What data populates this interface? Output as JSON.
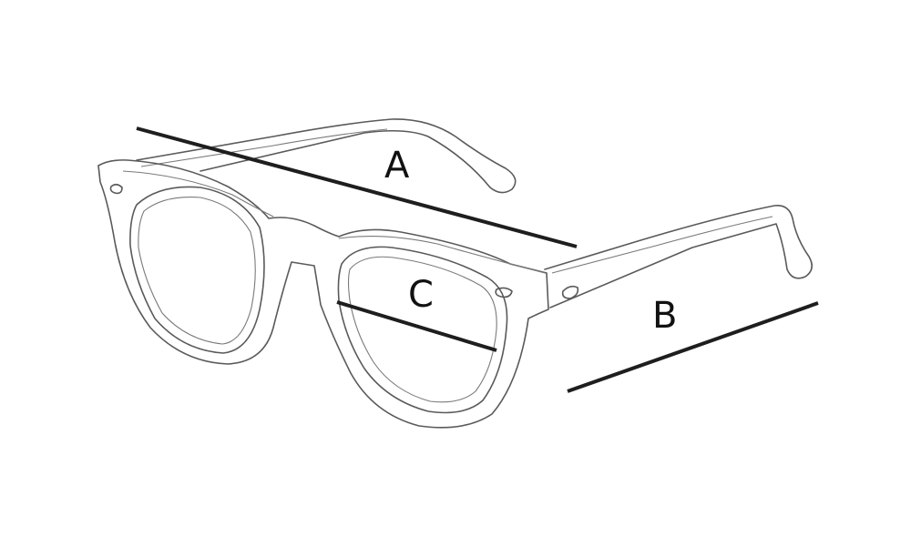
{
  "labels": {
    "a": "A",
    "b": "B",
    "c": "C"
  },
  "colors": {
    "outline": "#5a5a5a",
    "measure_line": "#1e1e1e"
  }
}
